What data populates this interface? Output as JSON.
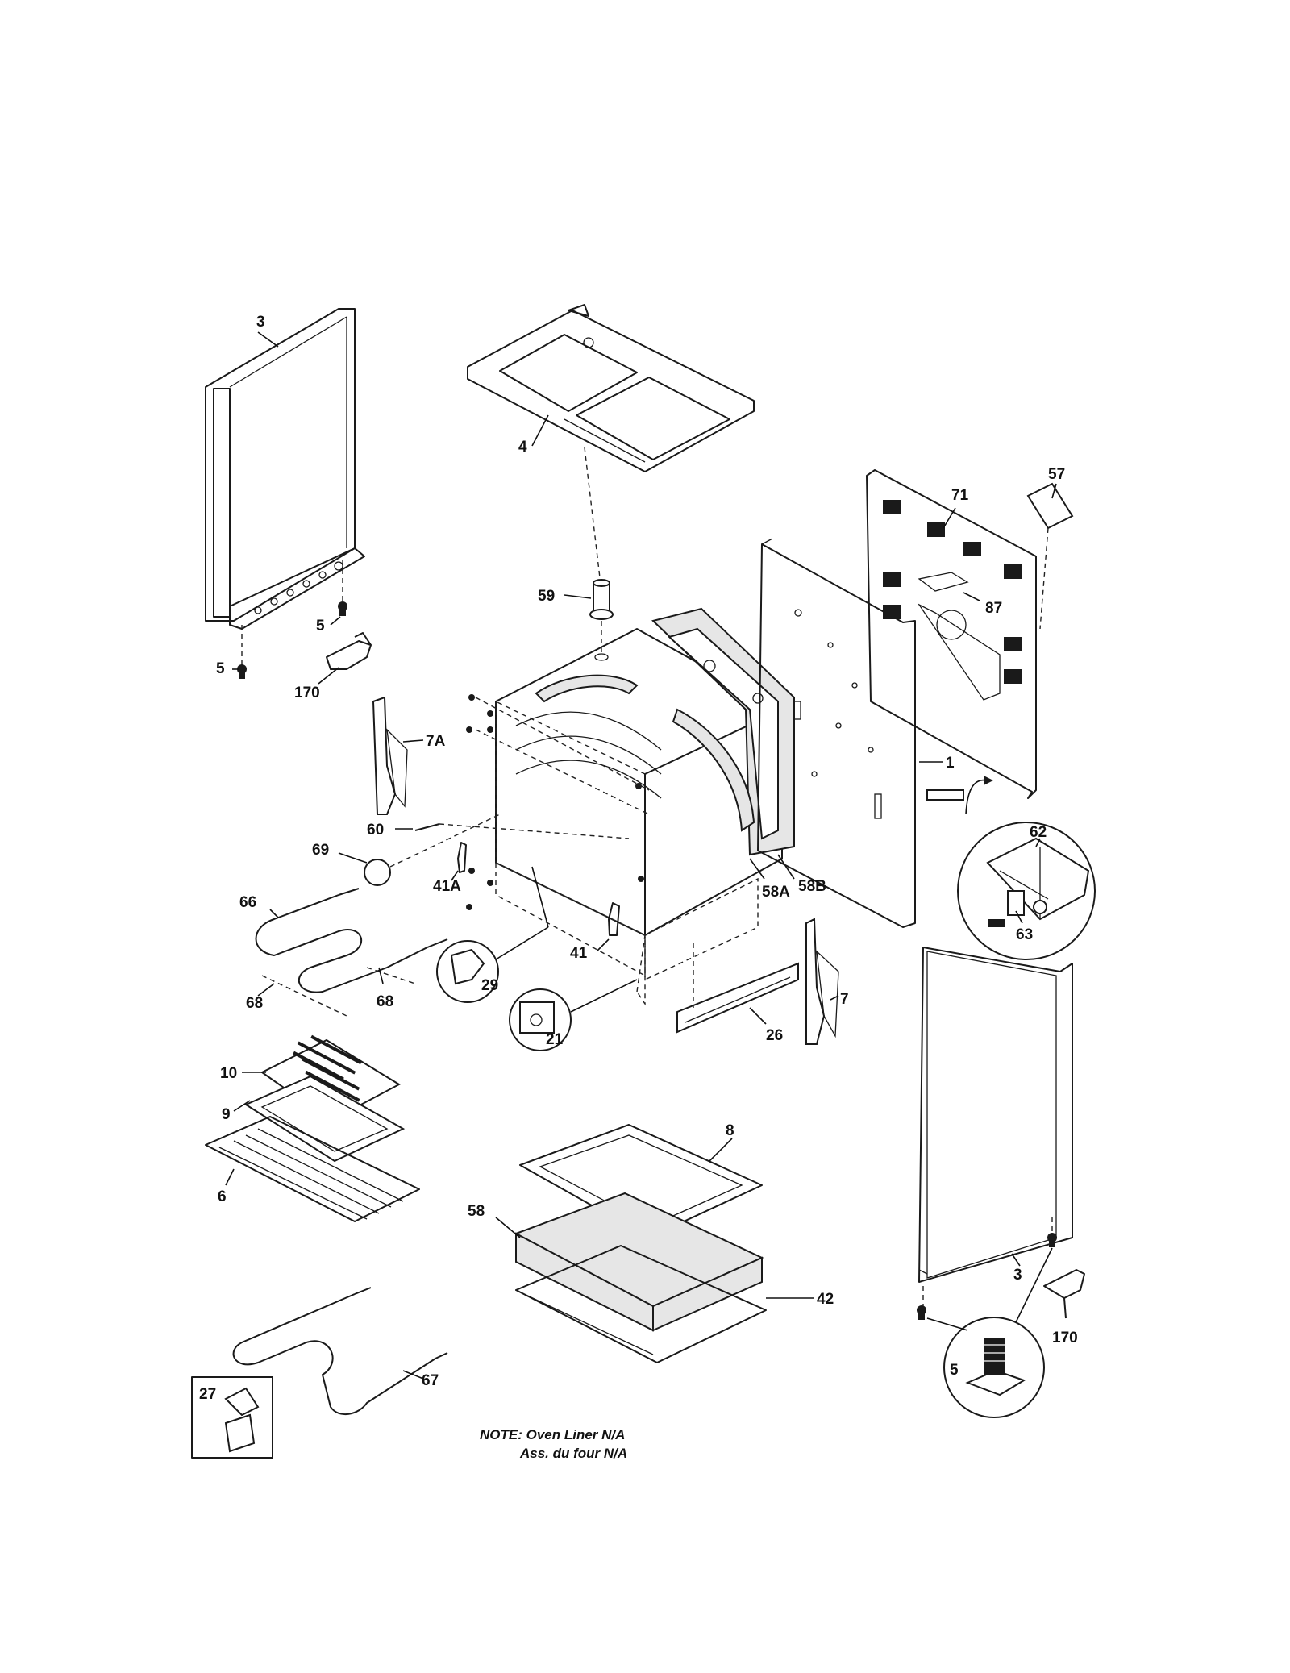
{
  "labels": {
    "p3_left": "3",
    "p4": "4",
    "p5_a": "5",
    "p5_b": "5",
    "p170_left": "170",
    "p7A": "7A",
    "p60": "60",
    "p69": "69",
    "p41A": "41A",
    "p66": "66",
    "p68_a": "68",
    "p68_b": "68",
    "p29": "29",
    "p41": "41",
    "p21": "21",
    "p26": "26",
    "p7": "7",
    "p59": "59",
    "p58A": "58A",
    "p58B": "58B",
    "p1": "1",
    "p71": "71",
    "p57": "57",
    "p87": "87",
    "p62": "62",
    "p63": "63",
    "p10": "10",
    "p9": "9",
    "p6": "6",
    "p8": "8",
    "p58": "58",
    "p42": "42",
    "p67": "67",
    "p27": "27",
    "p3_right": "3",
    "p170_right": "170",
    "p5_c": "5"
  },
  "note": {
    "line1": "NOTE: Oven Liner N/A",
    "line2": "Ass. du four N/A"
  }
}
